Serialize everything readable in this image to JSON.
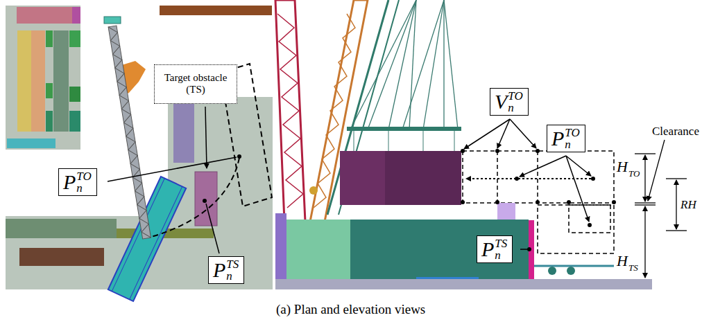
{
  "diagram": {
    "caption": "(a) Plan and elevation views",
    "nodes": [
      {
        "text": [
          "Target obstacle (TS)"
        ]
      },
      {
        "text": [
          "P",
          "TO",
          "n"
        ]
      },
      {
        "text": [
          "P",
          "TS",
          "n"
        ]
      },
      {
        "text": [
          "V",
          "TO",
          "n"
        ]
      },
      {
        "text": [
          "P",
          "TO",
          "n"
        ]
      },
      {
        "text": [
          "P",
          "TS",
          "n"
        ]
      }
    ],
    "labels": [
      "Clearance",
      "H",
      "TO",
      "RH",
      "H",
      "TS"
    ]
  }
}
